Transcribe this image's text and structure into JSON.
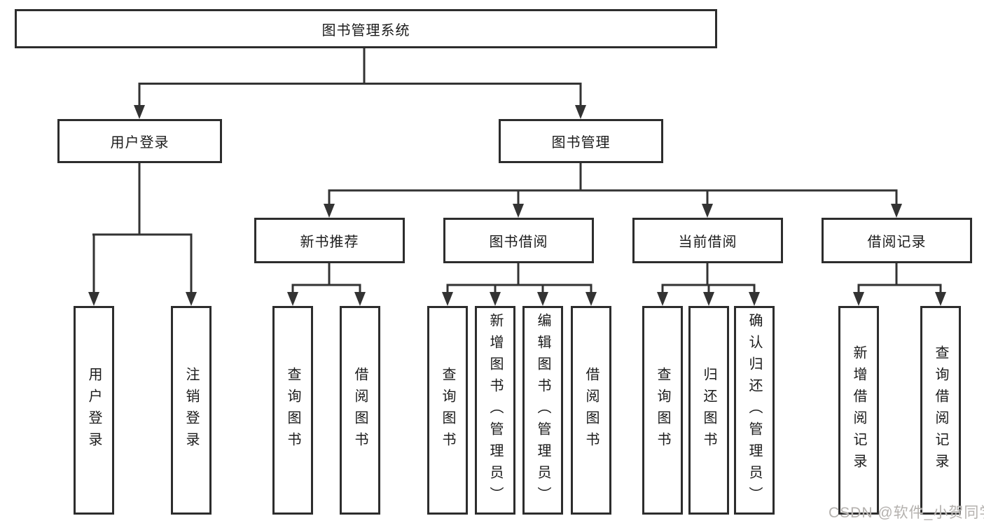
{
  "diagram": {
    "title_box": "图书管理系统",
    "level2": {
      "user_login": "用户登录",
      "book_management": "图书管理"
    },
    "level3": {
      "new_book_recommend": "新书推荐",
      "book_borrow": "图书借阅",
      "current_borrow": "当前借阅",
      "borrow_records": "借阅记录"
    },
    "leaves": {
      "user_login": "用户登录",
      "logout": "注销登录",
      "recommend_query_books": "查询图书",
      "recommend_borrow_books": "借阅图书",
      "borrow_query_books": "查询图书",
      "borrow_add_books": "新增图书（管理员）",
      "borrow_edit_books": "编辑图书（管理员）",
      "borrow_borrow_books": "借阅图书",
      "current_query_books": "查询图书",
      "current_return_books": "归还图书",
      "current_confirm_return": "确认归还（管理员）",
      "records_add": "新增借阅记录",
      "records_query": "查询借阅记录"
    }
  },
  "watermark": "CSDN @软件_小贺同学",
  "colors": {
    "line": "#333333",
    "border": "#2d2d2d",
    "text": "#1b1b1b",
    "watermark": "#b4b1ae",
    "background": "#ffffff"
  }
}
